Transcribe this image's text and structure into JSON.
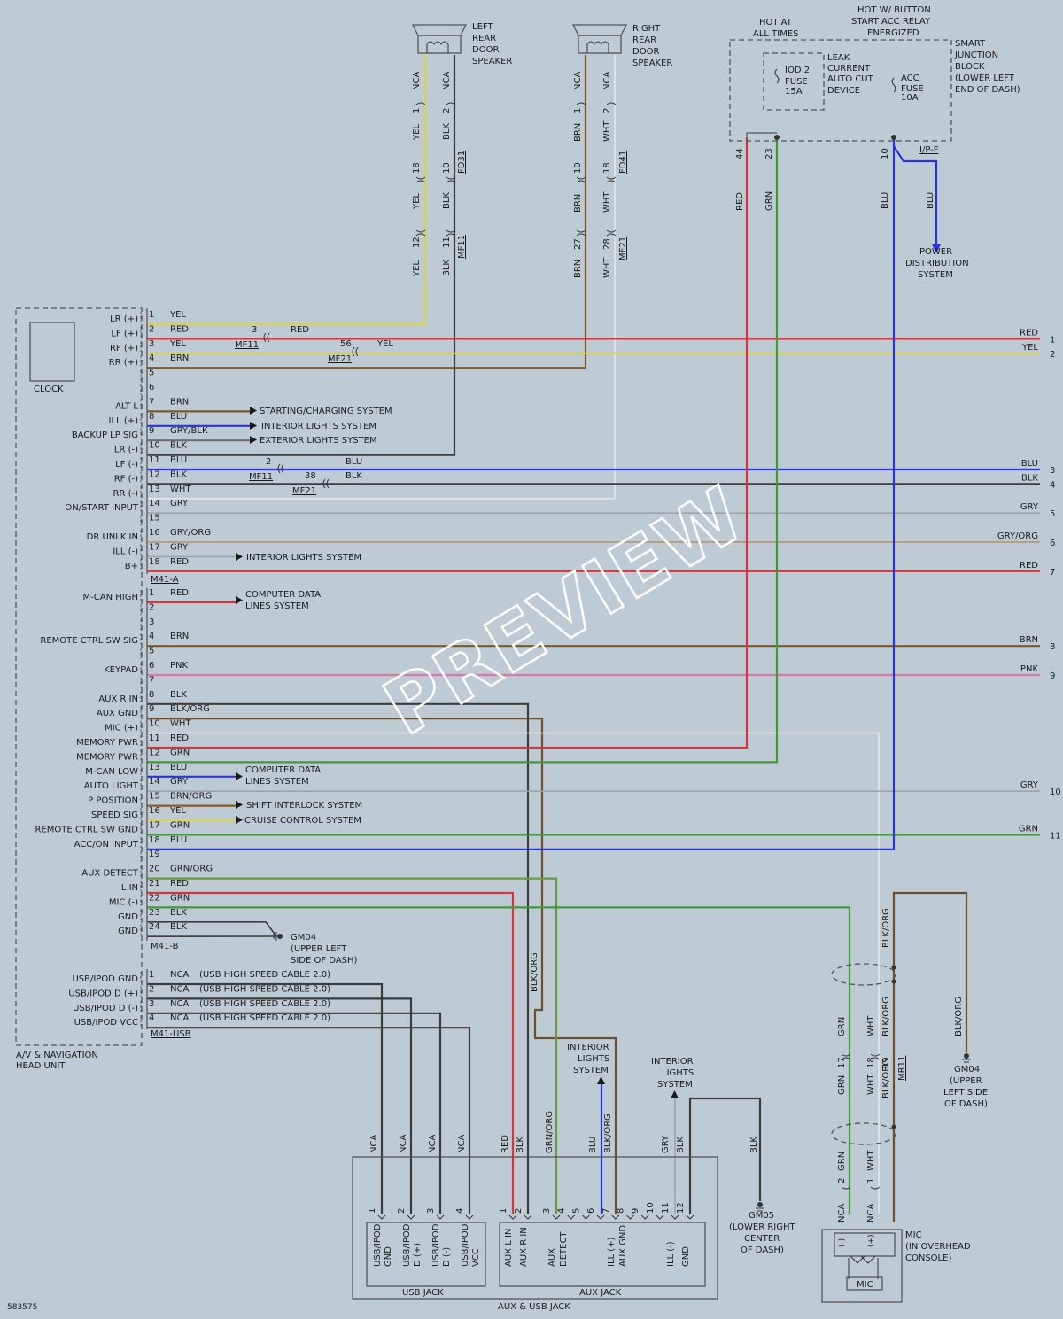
{
  "colors": {
    "background": "#bfcbd4",
    "RED": "#d8343f",
    "YEL": "#d9d24a",
    "BRN": "#7a5a2a",
    "BLU": "#2b34d6",
    "BLK": "#3c3c3c",
    "WHT": "#e6e6e6",
    "GRY": "#9ea4a8",
    "GRN": "#3f9a3a",
    "PNK": "#d87aa6",
    "GRY/ORG": "#b39a7c",
    "GRN/ORG": "#6a9a3c",
    "BLK/ORG": "#6a5030",
    "BRN/ORG": "#8a5a2a",
    "GRY/BLK": "#6a6e72",
    "NCA": "#3c3c3c"
  },
  "watermark": "PREVIEW",
  "diagram_id": "583575",
  "head_unit": {
    "title": [
      "A/V & NAVIGATION",
      "HEAD UNIT"
    ],
    "clock": "CLOCK",
    "conn_a": "M41-A",
    "conn_b": "M41-B",
    "conn_usb": "M41-USB",
    "pins_a": [
      {
        "pin": "1",
        "func": "LR (+)",
        "color": "YEL"
      },
      {
        "pin": "2",
        "func": "LF (+)",
        "color": "RED"
      },
      {
        "pin": "3",
        "func": "RF (+)",
        "color": "YEL"
      },
      {
        "pin": "4",
        "func": "RR (+)",
        "color": "BRN"
      },
      {
        "pin": "5",
        "func": "",
        "color": ""
      },
      {
        "pin": "6",
        "func": "",
        "color": ""
      },
      {
        "pin": "7",
        "func": "ALT L",
        "color": "BRN"
      },
      {
        "pin": "8",
        "func": "ILL (+)",
        "color": "BLU"
      },
      {
        "pin": "9",
        "func": "BACKUP LP SIG",
        "color": "GRY/BLK"
      },
      {
        "pin": "10",
        "func": "LR (-)",
        "color": "BLK"
      },
      {
        "pin": "11",
        "func": "LF (-)",
        "color": "BLU"
      },
      {
        "pin": "12",
        "func": "RF (-)",
        "color": "BLK"
      },
      {
        "pin": "13",
        "func": "RR (-)",
        "color": "WHT"
      },
      {
        "pin": "14",
        "func": "ON/START INPUT",
        "color": "GRY"
      },
      {
        "pin": "15",
        "func": "",
        "color": ""
      },
      {
        "pin": "16",
        "func": "DR UNLK IN",
        "color": "GRY/ORG"
      },
      {
        "pin": "17",
        "func": "ILL (-)",
        "color": "GRY"
      },
      {
        "pin": "18",
        "func": "B+",
        "color": "RED"
      }
    ],
    "pins_b": [
      {
        "pin": "1",
        "func": "M-CAN HIGH",
        "color": "RED"
      },
      {
        "pin": "2",
        "func": "",
        "color": ""
      },
      {
        "pin": "3",
        "func": "",
        "color": ""
      },
      {
        "pin": "4",
        "func": "REMOTE CTRL SW SIG",
        "color": "BRN"
      },
      {
        "pin": "5",
        "func": "",
        "color": ""
      },
      {
        "pin": "6",
        "func": "KEYPAD",
        "color": "PNK"
      },
      {
        "pin": "7",
        "func": "",
        "color": ""
      },
      {
        "pin": "8",
        "func": "AUX R IN",
        "color": "BLK"
      },
      {
        "pin": "9",
        "func": "AUX GND",
        "color": "BLK/ORG"
      },
      {
        "pin": "10",
        "func": "MIC (+)",
        "color": "WHT"
      },
      {
        "pin": "11",
        "func": "MEMORY PWR",
        "color": "RED"
      },
      {
        "pin": "12",
        "func": "MEMORY PWR",
        "color": "GRN"
      },
      {
        "pin": "13",
        "func": "M-CAN LOW",
        "color": "BLU"
      },
      {
        "pin": "14",
        "func": "AUTO LIGHT",
        "color": "GRY"
      },
      {
        "pin": "15",
        "func": "P POSITION",
        "color": "BRN/ORG"
      },
      {
        "pin": "16",
        "func": "SPEED SIG",
        "color": "YEL"
      },
      {
        "pin": "17",
        "func": "REMOTE CTRL SW GND",
        "color": "GRN"
      },
      {
        "pin": "18",
        "func": "ACC/ON INPUT",
        "color": "BLU"
      },
      {
        "pin": "19",
        "func": "",
        "color": ""
      },
      {
        "pin": "20",
        "func": "AUX DETECT",
        "color": "GRN/ORG"
      },
      {
        "pin": "21",
        "func": "L IN",
        "color": "RED"
      },
      {
        "pin": "22",
        "func": "MIC (-)",
        "color": "GRN"
      },
      {
        "pin": "23",
        "func": "GND",
        "color": "BLK"
      },
      {
        "pin": "24",
        "func": "GND",
        "color": "BLK"
      }
    ],
    "pins_usb": [
      {
        "pin": "1",
        "func": "USB/IPOD GND",
        "color": "NCA",
        "note": "(USB HIGH SPEED CABLE 2.0)"
      },
      {
        "pin": "2",
        "func": "USB/IPOD D (+)",
        "color": "NCA",
        "note": "(USB HIGH SPEED CABLE 2.0)"
      },
      {
        "pin": "3",
        "func": "USB/IPOD D (-)",
        "color": "NCA",
        "note": "(USB HIGH SPEED CABLE 2.0)"
      },
      {
        "pin": "4",
        "func": "USB/IPOD VCC",
        "color": "NCA",
        "note": "(USB HIGH SPEED CABLE 2.0)"
      }
    ]
  },
  "destinations": {
    "starting_charging": "STARTING/CHARGING SYSTEM",
    "interior_lights": "INTERIOR LIGHTS SYSTEM",
    "exterior_lights": "EXTERIOR LIGHTS SYSTEM",
    "computer_data": [
      "COMPUTER DATA",
      "LINES SYSTEM"
    ],
    "shift_interlock": "SHIFT INTERLOCK SYSTEM",
    "cruise_control": "CRUISE CONTROL SYSTEM",
    "interior_lights_stack": [
      "INTERIOR",
      "LIGHTS",
      "SYSTEM"
    ],
    "power_distribution": [
      "POWER",
      "DISTRIBUTION",
      "SYSTEM"
    ]
  },
  "right_edge": [
    {
      "color": "RED",
      "num": "1"
    },
    {
      "color": "YEL",
      "num": "2"
    },
    {
      "color": "BLU",
      "num": "3"
    },
    {
      "color": "BLK",
      "num": "4"
    },
    {
      "color": "GRY",
      "num": "5"
    },
    {
      "color": "GRY/ORG",
      "num": "6"
    },
    {
      "color": "RED",
      "num": "7"
    },
    {
      "color": "BRN",
      "num": "8"
    },
    {
      "color": "PNK",
      "num": "9"
    },
    {
      "color": "GRY",
      "num": "10"
    },
    {
      "color": "GRN",
      "num": "11"
    }
  ],
  "speakers": {
    "left": [
      "LEFT",
      "REAR",
      "DOOR",
      "SPEAKER"
    ],
    "right": [
      "RIGHT",
      "REAR",
      "DOOR",
      "SPEAKER"
    ]
  },
  "connectors": {
    "fd31": "FD31",
    "fd41": "FD41",
    "mf11": "MF11",
    "mf21": "MF21",
    "ipf": "I/P-F",
    "mr11": "MR11"
  },
  "junction": {
    "hot_all": [
      "HOT AT",
      "ALL TIMES"
    ],
    "hot_button": [
      "HOT W/ BUTTON",
      "START ACC RELAY",
      "ENERGIZED"
    ],
    "name": [
      "SMART",
      "JUNCTION",
      "BLOCK",
      "(LOWER LEFT",
      "END OF DASH)"
    ],
    "iod_fuse": [
      "IOD 2",
      "FUSE",
      "15A"
    ],
    "leak": [
      "LEAK",
      "CURRENT",
      "AUTO CUT",
      "DEVICE"
    ],
    "acc_fuse": [
      "ACC",
      "FUSE",
      "10A"
    ]
  },
  "grounds": {
    "gm04": "GM04",
    "gm04_loc": [
      "(UPPER LEFT",
      "SIDE OF DASH)"
    ],
    "gm04_loc2": [
      "(UPPER",
      "LEFT SIDE",
      "OF DASH)"
    ],
    "gm05": "GM05",
    "gm05_loc": [
      "(LOWER RIGHT",
      "CENTER",
      "OF DASH)"
    ]
  },
  "jack": {
    "usb_title": "USB JACK",
    "aux_title": "AUX JACK",
    "assembly": "AUX & USB JACK",
    "usb_pins": [
      {
        "pin": "1",
        "func": [
          "USB/IPOD",
          "GND"
        ]
      },
      {
        "pin": "2",
        "func": [
          "USB/IPOD",
          "D (+)"
        ]
      },
      {
        "pin": "3",
        "func": [
          "USB/IPOD",
          "D (-)"
        ]
      },
      {
        "pin": "4",
        "func": [
          "USB/IPOD",
          "VCC"
        ]
      }
    ],
    "aux_pins": [
      {
        "pin": "1",
        "func": [
          "AUX L IN"
        ]
      },
      {
        "pin": "2",
        "func": [
          "AUX R IN"
        ]
      },
      {
        "pin": "3",
        "func": [
          "AUX",
          "DETECT"
        ]
      },
      {
        "pin": "4",
        "func": []
      },
      {
        "pin": "5",
        "func": []
      },
      {
        "pin": "6",
        "func": []
      },
      {
        "pin": "7",
        "func": [
          "ILL (+)",
          "AUX GND"
        ]
      },
      {
        "pin": "8",
        "func": []
      },
      {
        "pin": "9",
        "func": []
      },
      {
        "pin": "10",
        "func": []
      },
      {
        "pin": "11",
        "func": [
          "ILL (-)"
        ]
      },
      {
        "pin": "12",
        "func": [
          "GND"
        ]
      }
    ]
  },
  "mic": {
    "title": [
      "MIC",
      "(IN OVERHEAD",
      "CONSOLE)"
    ],
    "label": "MIC",
    "minus": "(-)",
    "plus": "(+)"
  },
  "wire_labels": {
    "nca": "NCA",
    "yel": "YEL",
    "blk": "BLK",
    "brn": "BRN",
    "wht": "WHT",
    "red": "RED",
    "grn": "GRN",
    "blu": "BLU",
    "gry": "GRY",
    "blkorg": "BLK/ORG",
    "grnorg": "GRN/ORG"
  },
  "pin_labels": {
    "p1": "1",
    "p2": "2",
    "p3": "3",
    "p10": "10",
    "p11": "11",
    "p12": "12",
    "p17": "17",
    "p18": "18",
    "p19": "19",
    "p23": "23",
    "p27": "27",
    "p28": "28",
    "p38": "38",
    "p44": "44",
    "p56": "56"
  }
}
